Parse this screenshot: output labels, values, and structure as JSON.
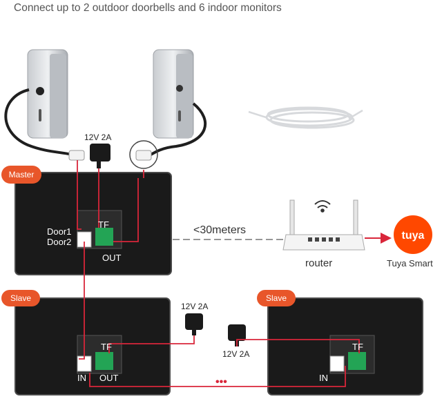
{
  "title": "Connect up to 2 outdoor doorbells and 6 indoor monitors",
  "badges": {
    "master": "Master",
    "slave_left": "Slave",
    "slave_right": "Slave"
  },
  "power": {
    "top": "12V 2A",
    "middle": "12V 2A",
    "lower": "12V 2A"
  },
  "ports": {
    "door1": "Door1",
    "door2": "Door2",
    "tf_master": "TF",
    "out_master": "OUT",
    "tf_slave_left": "TF",
    "in_slave_left": "IN",
    "out_slave_left": "OUT",
    "tf_slave_right": "TF",
    "in_slave_right": "IN"
  },
  "distance": "<30meters",
  "router": "router",
  "tuya_logo": "tuya",
  "tuya_label": "Tuya Smart",
  "ellipsis": "•••",
  "colors": {
    "wire": "#d9263a",
    "badge": "#e8562a",
    "tuya": "#ff4800",
    "monitor": "#1a1a1a",
    "dash": "#888888"
  }
}
